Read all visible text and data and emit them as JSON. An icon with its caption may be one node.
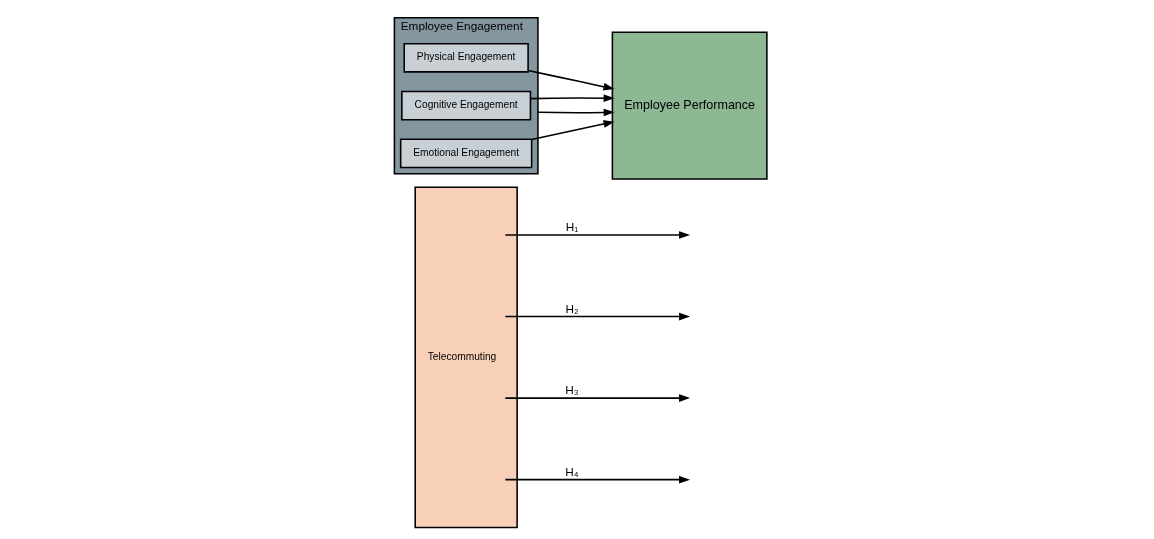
{
  "diagram": {
    "nodes": [
      {
        "text": [
          "Telecommuting"
        ]
      },
      {
        "text": [
          "Employee Engagement"
        ]
      },
      {
        "text": [
          "Physical Engagement"
        ],
        "in": 1
      },
      {
        "text": [
          "Cognitive Engagement"
        ],
        "in": 1
      },
      {
        "text": [
          "Emotional Engagement"
        ],
        "in": 1
      },
      {
        "text": [
          "Employee Performance"
        ]
      }
    ],
    "edges": [
      {
        "from": 1,
        "to": 5,
        "arrow": "to"
      },
      {
        "from": 2,
        "to": 5,
        "arrow": "to"
      },
      {
        "from": 3,
        "to": 5,
        "arrow": "to"
      },
      {
        "from": 4,
        "to": 5,
        "arrow": "to"
      },
      {
        "from": 0,
        "to": null,
        "arrow": "to",
        "label": "H₁"
      },
      {
        "from": 0,
        "to": null,
        "arrow": "to",
        "label": "H₂"
      },
      {
        "from": 0,
        "to": null,
        "arrow": "to",
        "label": "H₃"
      },
      {
        "from": 0,
        "to": null,
        "arrow": "to",
        "label": "H₄"
      }
    ]
  }
}
